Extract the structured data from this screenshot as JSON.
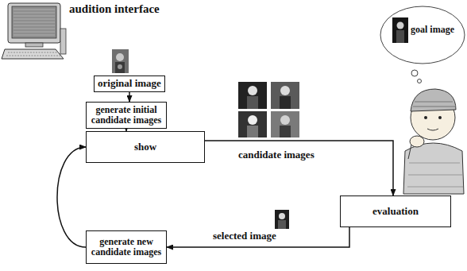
{
  "diagram": {
    "nodes": [
      {
        "text": [
          "original image"
        ]
      },
      {
        "text": [
          "generate initial candidate images"
        ]
      },
      {
        "text": [
          "show"
        ]
      },
      {
        "text": [
          "evaluation"
        ]
      },
      {
        "text": [
          "generate new candidate images"
        ]
      }
    ],
    "edges": [
      {
        "from": 0,
        "to": 1,
        "arrow": "to"
      },
      {
        "from": 1,
        "to": 2,
        "arrow": "to"
      },
      {
        "from": 2,
        "to": 3,
        "arrow": "to"
      },
      {
        "from": 3,
        "to": 4,
        "arrow": "to"
      },
      {
        "from": 4,
        "to": 2,
        "arrow": "to"
      }
    ],
    "labels": [
      "audition interface",
      "candidate images",
      "selected image",
      "goal image"
    ]
  }
}
